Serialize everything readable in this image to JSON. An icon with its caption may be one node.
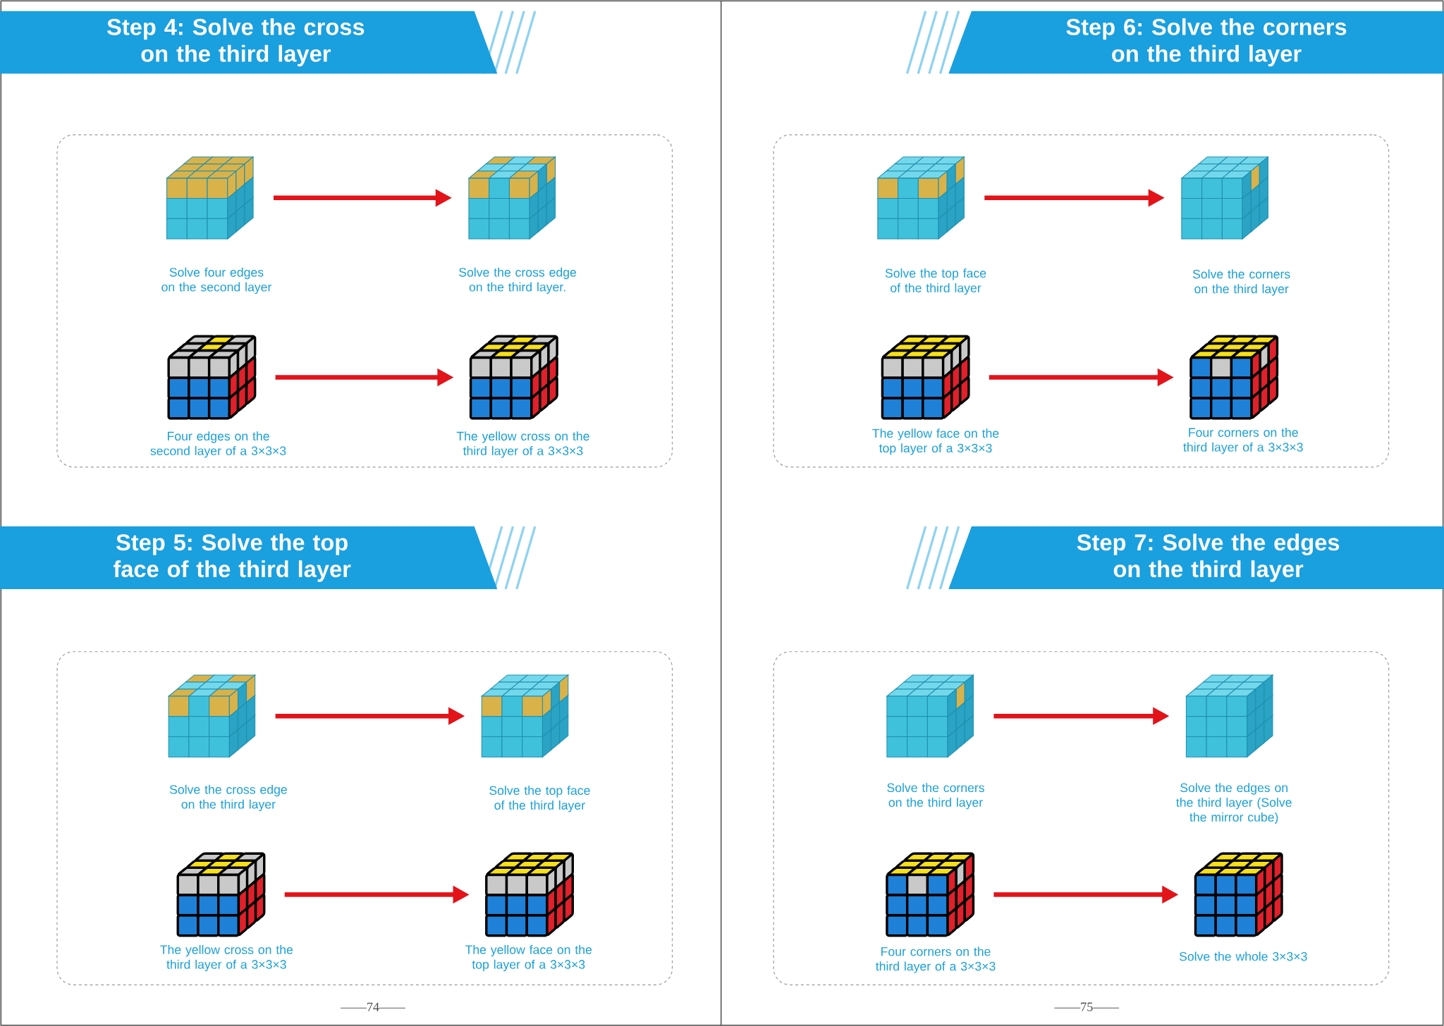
{
  "diagram": {
    "nodes": [
      {
        "text": [
          "Step 4: Solve the cross on the third layer"
        ]
      },
      {
        "text": [],
        "shape": "box"
      },
      {
        "text": [],
        "shape": "picture",
        "in": 1,
        "beside": [
          "Solve four edges on the second layer"
        ]
      },
      {
        "text": [],
        "shape": "picture",
        "in": 1,
        "beside": [
          "Solve the cross edge on the third layer."
        ]
      },
      {
        "text": [],
        "shape": "picture",
        "in": 1,
        "beside": [
          "Four edges on the second layer of a 3×3×3"
        ]
      },
      {
        "text": [],
        "shape": "picture",
        "in": 1,
        "beside": [
          "The yellow cross on the third layer of a 3×3×3"
        ]
      },
      {
        "text": [
          "Step 5: Solve the top face of the third layer"
        ]
      },
      {
        "text": [],
        "shape": "box"
      },
      {
        "text": [],
        "shape": "picture",
        "in": 7,
        "beside": [
          "Solve the cross edge on the third layer"
        ]
      },
      {
        "text": [],
        "shape": "picture",
        "in": 7,
        "beside": [
          "Solve the top face of the third layer"
        ]
      },
      {
        "text": [],
        "shape": "picture",
        "in": 7,
        "beside": [
          "The yellow cross on the third layer of a 3×3×3"
        ]
      },
      {
        "text": [],
        "shape": "picture",
        "in": 7,
        "beside": [
          "The yellow face on the top layer of a 3×3×3"
        ]
      },
      {
        "text": [
          "Step 6: Solve the corners on the third layer"
        ]
      },
      {
        "text": [],
        "shape": "box"
      },
      {
        "text": [],
        "shape": "picture",
        "in": 13,
        "beside": [
          "Solve the top face of the third layer"
        ]
      },
      {
        "text": [],
        "shape": "picture",
        "in": 13,
        "beside": [
          "Solve the corners on the third layer"
        ]
      },
      {
        "text": [],
        "shape": "picture",
        "in": 13,
        "beside": [
          "The yellow face on the top layer of a 3×3×3"
        ]
      },
      {
        "text": [],
        "shape": "picture",
        "in": 13,
        "beside": [
          "Four corners on the third layer of a 3×3×3"
        ]
      },
      {
        "text": [
          "Step 7: Solve the edges on the third layer"
        ]
      },
      {
        "text": [],
        "shape": "box"
      },
      {
        "text": [],
        "shape": "picture",
        "in": 19,
        "beside": [
          "Solve the corners on the third layer"
        ]
      },
      {
        "text": [],
        "shape": "picture",
        "in": 19,
        "beside": [
          "Solve the edges on the third layer (Solve the mirror cube)"
        ]
      },
      {
        "text": [],
        "shape": "picture",
        "in": 19,
        "beside": [
          "Four corners on the third layer of a 3×3×3"
        ]
      },
      {
        "text": [],
        "shape": "picture",
        "in": 19,
        "beside": [
          "Solve the whole 3×3×3"
        ]
      }
    ],
    "edges": [
      {
        "from": 2,
        "to": 3,
        "arrow": "to"
      },
      {
        "from": 4,
        "to": 5,
        "arrow": "to"
      },
      {
        "from": 8,
        "to": 9,
        "arrow": "to"
      },
      {
        "from": 10,
        "to": 11,
        "arrow": "to"
      },
      {
        "from": 14,
        "to": 15,
        "arrow": "to"
      },
      {
        "from": 16,
        "to": 17,
        "arrow": "to"
      },
      {
        "from": 20,
        "to": 21,
        "arrow": "to"
      },
      {
        "from": 22,
        "to": 23,
        "arrow": "to"
      }
    ],
    "labels": [
      "——74——",
      "——75——"
    ]
  }
}
